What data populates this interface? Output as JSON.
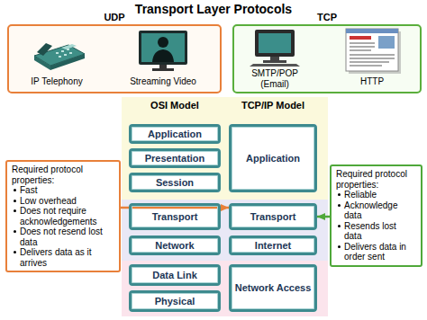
{
  "diagram": {
    "title": "Transport Layer Protocols",
    "nodes": [
      {
        "text": [
          "UDP",
          "IP Telephony",
          "Streaming Video"
        ]
      },
      {
        "text": [
          "TCP",
          "SMTP/POP (Email)",
          "HTTP"
        ]
      },
      {
        "text": [
          "OSI Model",
          "TCP/IP Model"
        ]
      },
      {
        "text": [
          "Application"
        ],
        "in": 2
      },
      {
        "text": [
          "Presentation"
        ],
        "in": 2
      },
      {
        "text": [
          "Session"
        ],
        "in": 2
      },
      {
        "text": [
          "Transport"
        ],
        "in": 2
      },
      {
        "text": [
          "Network"
        ],
        "in": 2
      },
      {
        "text": [
          "Data Link"
        ],
        "in": 2
      },
      {
        "text": [
          "Physical"
        ],
        "in": 2
      },
      {
        "text": [
          "Application"
        ],
        "in": 2
      },
      {
        "text": [
          "Transport"
        ],
        "in": 2
      },
      {
        "text": [
          "Internet"
        ],
        "in": 2
      },
      {
        "text": [
          "Network Access"
        ],
        "in": 2
      },
      {
        "text": [
          "Required protocol properties:",
          "Fast",
          "Low overhead",
          "Does not require acknowledgements",
          "Does not resend lost data",
          "Delivers data as it arrives"
        ]
      },
      {
        "text": [
          "Required protocol properties:",
          "Reliable",
          "Acknowledge data",
          "Resends lost data",
          "Delivers data in order sent"
        ]
      }
    ],
    "edges": [
      {
        "from": 14,
        "to": 11,
        "arrow": "to"
      },
      {
        "from": 15,
        "to": 11,
        "arrow": "to"
      }
    ]
  }
}
